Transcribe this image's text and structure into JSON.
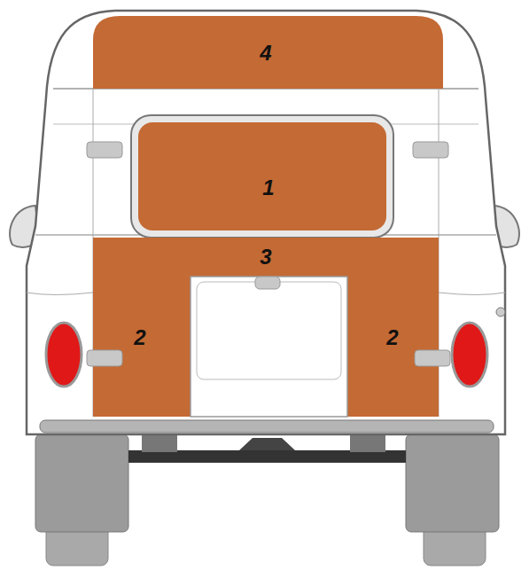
{
  "diagram": {
    "labels": [
      "4",
      "1",
      "3",
      "2",
      "2"
    ]
  }
}
